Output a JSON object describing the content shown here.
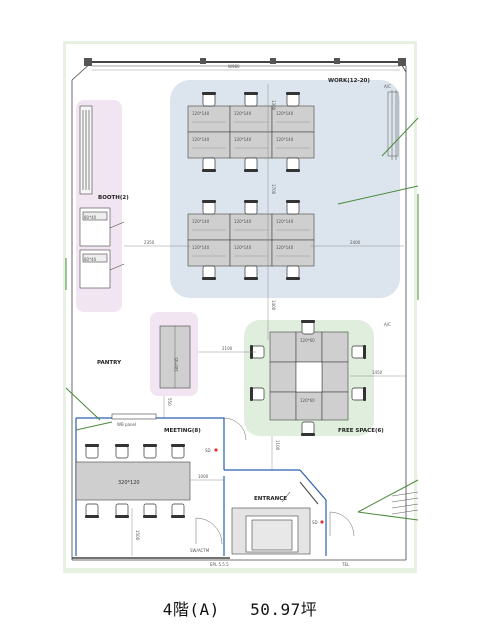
{
  "zones": {
    "work": "WORK(12-20)",
    "booth": "BOOTH(2)",
    "pantry": "PANTRY",
    "meeting": "MEETING(8)",
    "free_space": "FREE SPACE(6)",
    "entrance": "ENTRANCE"
  },
  "desk_labels": {
    "work_desk": "120*140",
    "free_desk": "120*60",
    "meeting_table": "320*120",
    "pantry_counter": "180*45",
    "booth_desk": "80*40"
  },
  "dimensions": {
    "top_width": "W980",
    "work_left": "2350",
    "work_right": "2400",
    "vert_a": "1300",
    "vert_b": "1700",
    "vert_c": "1400",
    "pantry_link": "2100",
    "free_right": "1450",
    "meeting_right": "1000",
    "meeting_vert": "1500",
    "entrance_vert": "1100",
    "pantry_vert": "550"
  },
  "annotations": {
    "wb_panel": "WB panel",
    "sd_a": "SD",
    "sd_b": "SD",
    "tel": "TEL",
    "ac_top": "A/C",
    "ac_mid": "A/C",
    "switch": "SW/ACTM",
    "bottom_note": "EPL  5.5.5"
  },
  "caption": {
    "floor": "4階(A)",
    "area": "50.97坪"
  }
}
